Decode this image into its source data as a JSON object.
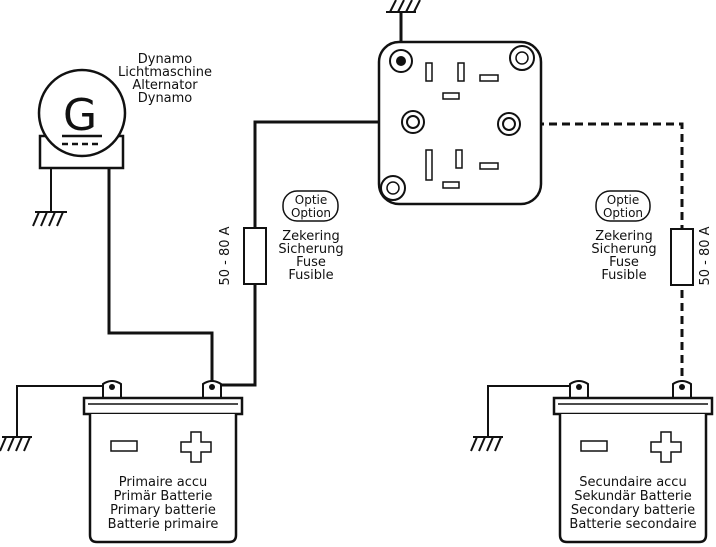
{
  "generator": {
    "symbol": "G",
    "names": [
      "Dynamo",
      "Lichtmaschine",
      "Alternator",
      "Dynamo"
    ]
  },
  "fuse_left": {
    "rating": "50 - 80 A",
    "option": [
      "Optie",
      "Option"
    ],
    "names": [
      "Zekering",
      "Sicherung",
      "Fuse",
      "Fusible"
    ]
  },
  "fuse_right": {
    "rating": "50 - 80 A",
    "option": [
      "Optie",
      "Option"
    ],
    "names": [
      "Zekering",
      "Sicherung",
      "Fuse",
      "Fusible"
    ]
  },
  "battery_primary": {
    "names": [
      "Primaire accu",
      "Primär Batterie",
      "Primary batterie",
      "Batterie primaire"
    ]
  },
  "battery_secondary": {
    "names": [
      "Secundaire accu",
      "Sekundär Batterie",
      "Secondary batterie",
      "Batterie secondaire"
    ]
  },
  "colors": {
    "ink": "#111111",
    "background": "#ffffff"
  }
}
